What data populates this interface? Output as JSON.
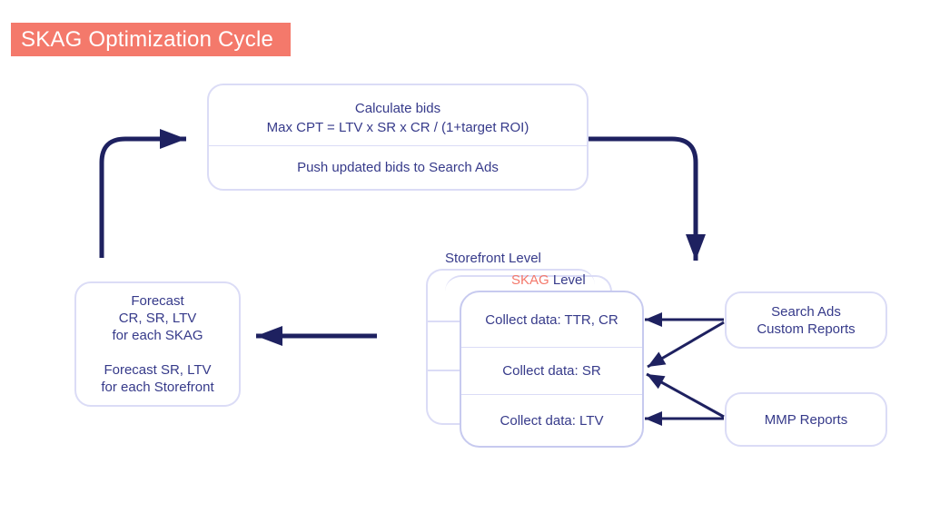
{
  "title": "SKAG Optimization Cycle",
  "colors": {
    "accent_coral": "#F4796B",
    "text_navy": "#363A8A",
    "arrow_navy": "#1E2160",
    "border_lavender": "#DBDCF6"
  },
  "nodes": {
    "calculate_bids": {
      "top_line1": "Calculate bids",
      "top_line2": "Max CPT = LTV x SR x CR / (1+target ROI)",
      "bottom_line": "Push updated bids to Search Ads"
    },
    "forecast": {
      "line1": "Forecast",
      "line2": "CR, SR, LTV",
      "line3": "for each SKAG",
      "line4": "Forecast SR, LTV",
      "line5": "for each Storefront"
    },
    "data_stack": {
      "back_label": "Storefront Level",
      "front_label_accent": "SKAG",
      "front_label_rest": " Level",
      "rows": [
        "Collect data: TTR, CR",
        "Collect data: SR",
        "Collect data: LTV"
      ]
    },
    "search_ads_reports": {
      "line1": "Search Ads",
      "line2": "Custom Reports"
    },
    "mmp_reports": {
      "label": "MMP Reports"
    }
  }
}
